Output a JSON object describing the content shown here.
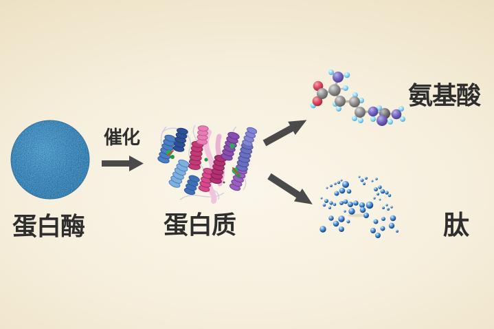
{
  "diagram": {
    "title": "protein-enzymatic-hydrolysis",
    "reactant_enzyme": {
      "label": "蛋白酶"
    },
    "process": {
      "label": "催化"
    },
    "substrate": {
      "label": "蛋白质"
    },
    "products": {
      "amino_acid": {
        "label": "氨基酸"
      },
      "peptide": {
        "label": "肽"
      }
    }
  },
  "colors": {
    "background_center": "#fbf6ea",
    "background_edge": "#e3d2ae",
    "arrow_gray": "#4a4a4a",
    "text": "#2e2e2e",
    "enzyme_blue": "#3a8ac2",
    "peptide_sphere_blue": "#1f5fae",
    "oxygen_red": "#d84860",
    "nitrogen_purple": "#7265bc",
    "hydrogen_cyan": "#8ed8f4",
    "carbon_gray": "#909090",
    "ribbon_magenta": "#c23b76",
    "ribbon_blue": "#4b7ec2",
    "ribbon_purple": "#8a4fae",
    "ligand_green": "#23b24e"
  },
  "icons": {
    "enzyme_sphere": "blue-granular-sphere-icon",
    "protein_structure": "protein-ribbon-icon",
    "amino_acid_model": "ball-and-stick-molecule-icon",
    "peptide_cluster": "blue-sphere-cluster-icon",
    "catalyze_arrow": "right-arrow-icon",
    "to_amino_acid_arrow": "up-right-arrow-icon",
    "to_peptide_arrow": "down-right-arrow-icon"
  }
}
